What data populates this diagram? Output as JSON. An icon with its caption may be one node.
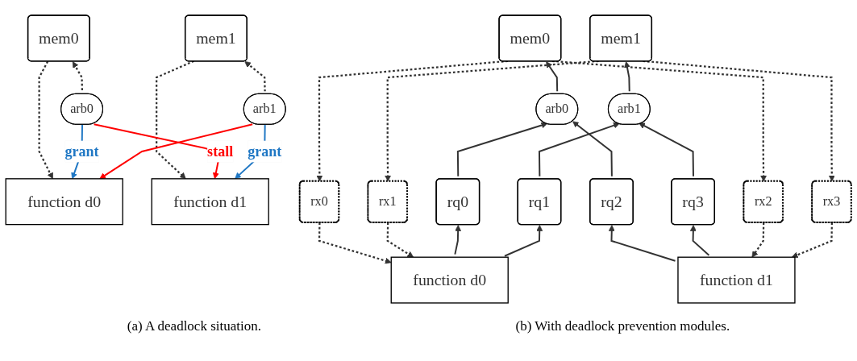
{
  "diagram": {
    "nodes": [
      {
        "text": [
          "mem0"
        ]
      },
      {
        "text": [
          "mem1"
        ]
      },
      {
        "text": [
          "arb0"
        ]
      },
      {
        "text": [
          "arb1"
        ]
      },
      {
        "text": [
          "function d0"
        ]
      },
      {
        "text": [
          "function d1"
        ]
      },
      {
        "text": [
          "mem0"
        ]
      },
      {
        "text": [
          "mem1"
        ]
      },
      {
        "text": [
          "arb0"
        ]
      },
      {
        "text": [
          "arb1"
        ]
      },
      {
        "text": [
          "rx0"
        ]
      },
      {
        "text": [
          "rx1"
        ]
      },
      {
        "text": [
          "rq0"
        ]
      },
      {
        "text": [
          "rq2"
        ]
      },
      {
        "text": [
          "rq1"
        ]
      },
      {
        "text": [
          "rq3"
        ]
      },
      {
        "text": [
          "rx2"
        ]
      },
      {
        "text": [
          "rx3"
        ]
      },
      {
        "text": [
          "function d0"
        ]
      },
      {
        "text": [
          "function d1"
        ]
      }
    ],
    "edges": [
      {
        "from": 0,
        "to": 4,
        "arrow": "to",
        "style": "dashed"
      },
      {
        "from": 2,
        "to": 0,
        "arrow": "to",
        "style": "dashed"
      },
      {
        "from": 3,
        "to": 1,
        "arrow": "to",
        "style": "dashed"
      },
      {
        "from": 1,
        "to": 5,
        "arrow": "to",
        "style": "dashed"
      },
      {
        "from": 2,
        "to": 4,
        "arrow": "to",
        "label": "grant",
        "color": "#1f77c4"
      },
      {
        "from": 2,
        "to": 5,
        "arrow": "to",
        "label": "stall",
        "color": "#ff0000"
      },
      {
        "from": 3,
        "to": 4,
        "arrow": "to",
        "color": "#ff0000"
      },
      {
        "from": 3,
        "to": 5,
        "arrow": "to",
        "label": "grant",
        "color": "#1f77c4"
      },
      {
        "from": 6,
        "to": 10,
        "arrow": "to",
        "style": "dashed"
      },
      {
        "from": 6,
        "to": 16,
        "arrow": "to",
        "style": "dashed"
      },
      {
        "from": 7,
        "to": 11,
        "arrow": "to",
        "style": "dashed"
      },
      {
        "from": 7,
        "to": 17,
        "arrow": "to",
        "style": "dashed"
      },
      {
        "from": 8,
        "to": 6,
        "arrow": "to"
      },
      {
        "from": 9,
        "to": 7,
        "arrow": "to"
      },
      {
        "from": 12,
        "to": 8,
        "arrow": "to"
      },
      {
        "from": 13,
        "to": 8,
        "arrow": "to"
      },
      {
        "from": 14,
        "to": 9,
        "arrow": "to"
      },
      {
        "from": 15,
        "to": 9,
        "arrow": "to"
      },
      {
        "from": 10,
        "to": 18,
        "arrow": "to",
        "style": "dashed"
      },
      {
        "from": 11,
        "to": 18,
        "arrow": "to",
        "style": "dashed"
      },
      {
        "from": 18,
        "to": 12,
        "arrow": "to"
      },
      {
        "from": 18,
        "to": 14,
        "arrow": "to"
      },
      {
        "from": 19,
        "to": 13,
        "arrow": "to"
      },
      {
        "from": 19,
        "to": 15,
        "arrow": "to"
      },
      {
        "from": 16,
        "to": 19,
        "arrow": "to",
        "style": "dashed"
      },
      {
        "from": 17,
        "to": 19,
        "arrow": "to",
        "style": "dashed"
      }
    ],
    "labels": [
      "(a) A deadlock situation.",
      "(b) With deadlock prevention modules."
    ]
  }
}
